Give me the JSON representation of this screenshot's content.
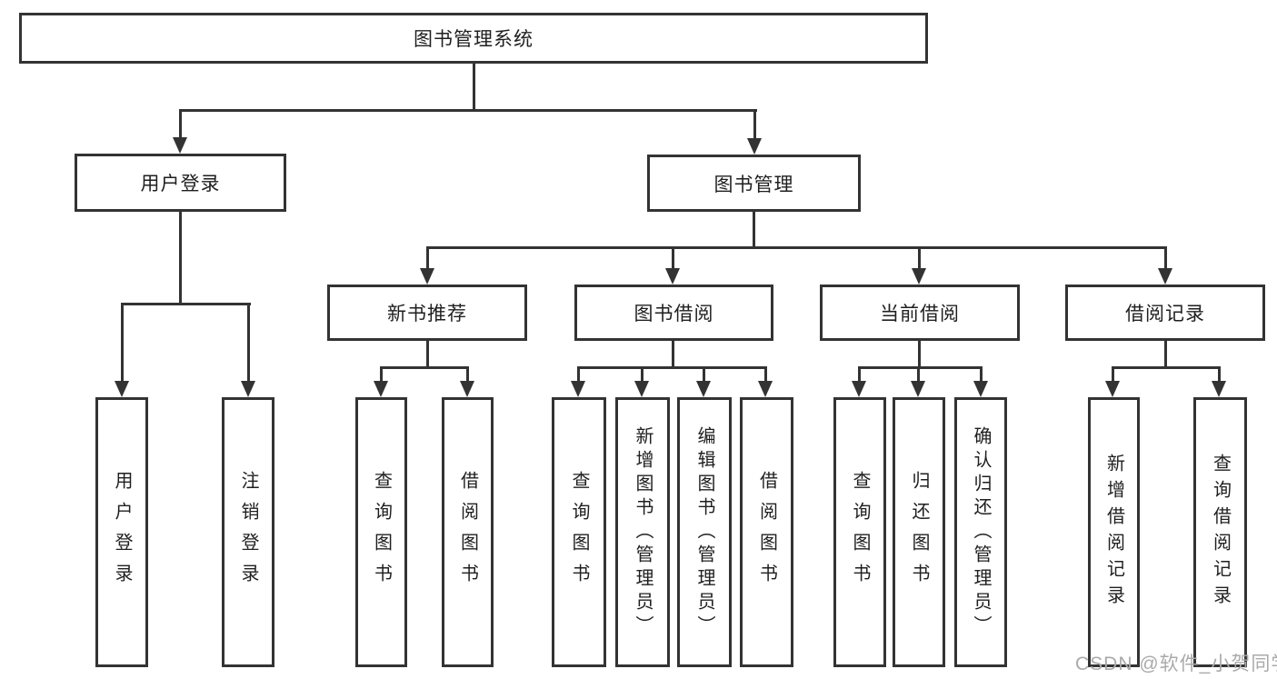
{
  "colors": {
    "line": "#333333",
    "box_border": "#333333",
    "box_background": "#ffffff",
    "text": "#1f1f1f",
    "watermark": "#aaaaaa"
  },
  "watermark": "CSDN @软件_小贺同学",
  "tree": {
    "root": {
      "label": "图书管理系统"
    },
    "branches": [
      {
        "label": "用户登录",
        "leaves": [
          {
            "label": "用户登录"
          },
          {
            "label": "注销登录"
          }
        ]
      },
      {
        "label": "图书管理",
        "groups": [
          {
            "label": "新书推荐",
            "leaves": [
              {
                "label": "查询图书"
              },
              {
                "label": "借阅图书"
              }
            ]
          },
          {
            "label": "图书借阅",
            "leaves": [
              {
                "label": "查询图书"
              },
              {
                "label": "新增图书（管理员）"
              },
              {
                "label": "编辑图书（管理员）"
              },
              {
                "label": "借阅图书"
              }
            ]
          },
          {
            "label": "当前借阅",
            "leaves": [
              {
                "label": "查询图书"
              },
              {
                "label": "归还图书"
              },
              {
                "label": "确认归还（管理员）"
              }
            ]
          },
          {
            "label": "借阅记录",
            "leaves": [
              {
                "label": "新增借阅记录"
              },
              {
                "label": "查询借阅记录"
              }
            ]
          }
        ]
      }
    ]
  }
}
